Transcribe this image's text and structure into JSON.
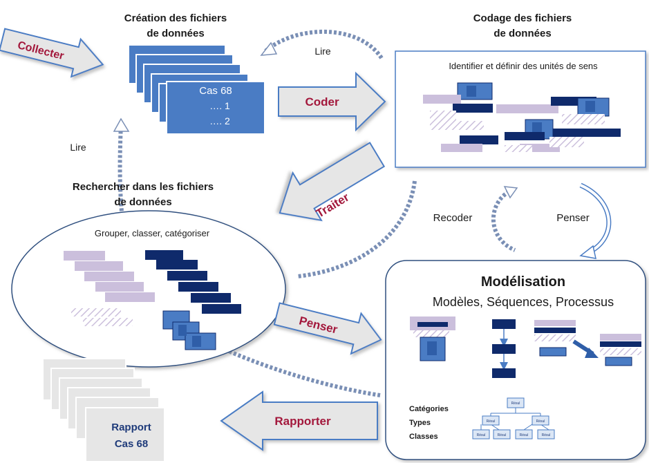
{
  "steps": {
    "creation_title_line1": "Création des fichiers",
    "creation_title_line2": "de données",
    "codage_title_line1": "Codage des fichiers",
    "codage_title_line2": "de données",
    "codage_subtitle": "Identifier et définir des unités de sens",
    "recherche_title_line1": "Rechercher dans les fichiers",
    "recherche_title_line2": "de données",
    "recherche_subtitle": "Grouper, classer, catégoriser",
    "modelisation_title": "Modélisation",
    "modelisation_subtitle": "Modèles, Séquences, Processus"
  },
  "actions": {
    "collecter": "Collecter",
    "coder": "Coder",
    "traiter": "Traiter",
    "penser_arrow": "Penser",
    "rapporter": "Rapporter"
  },
  "cycle_labels": {
    "lire_top": "Lire",
    "lire_left": "Lire",
    "recoder": "Recoder",
    "penser": "Penser"
  },
  "data_file_card": {
    "line1": "Cas 68",
    "line2": "…. 1",
    "line3": "…. 2"
  },
  "report_card": {
    "line1": "Rapport",
    "line2": "Cas 68"
  },
  "hierarchy_labels": [
    "Catégories",
    "Types",
    "Classes"
  ],
  "tree_node_label": "Résul",
  "colors": {
    "navy": "#0f2a6b",
    "blue": "#4a7cc4",
    "lavender": "#cbbfdc",
    "arrow_fill": "#e6e6e6",
    "arrow_label": "#a3183c"
  }
}
